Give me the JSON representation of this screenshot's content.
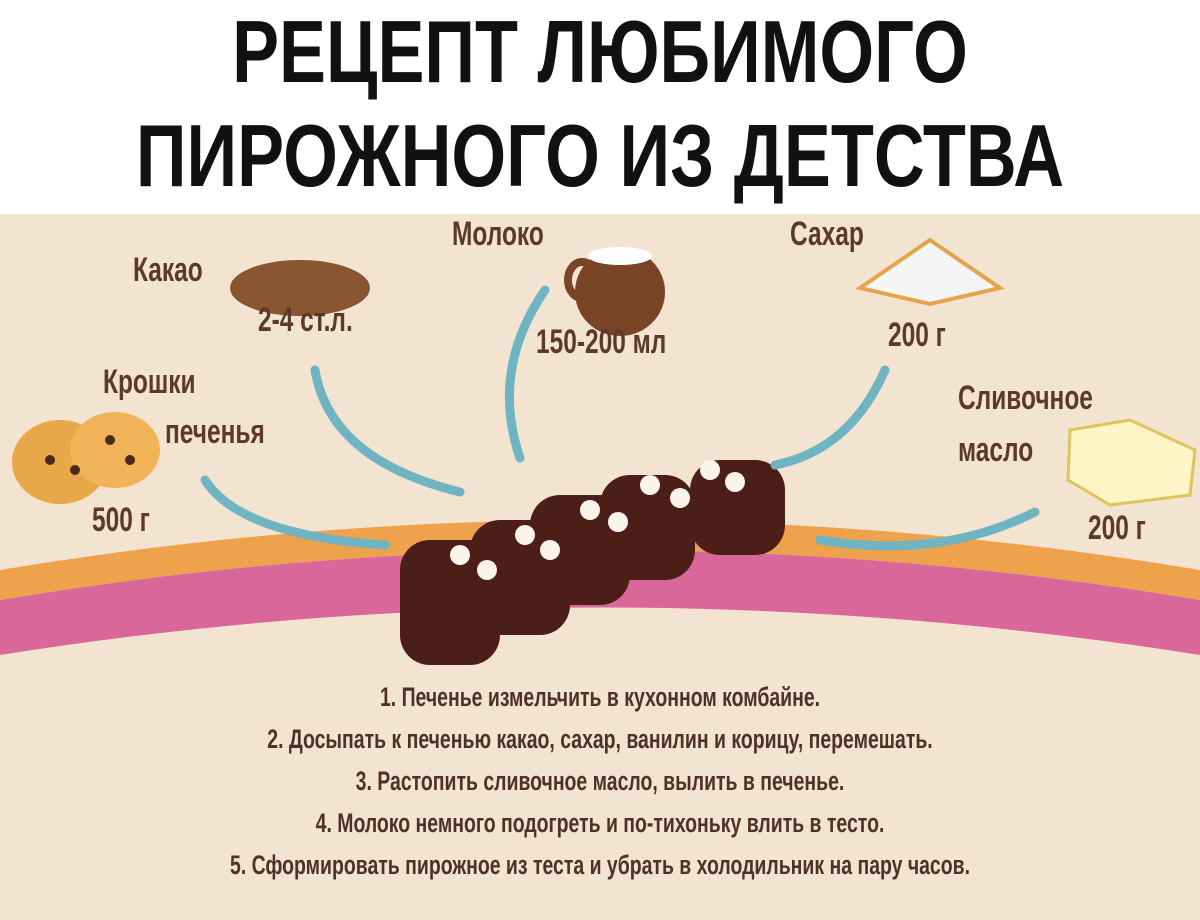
{
  "title": {
    "line1": "РЕЦЕПТ ЛЮБИМОГО",
    "line2": "ПИРОЖНОГО ИЗ ДЕТСТВА"
  },
  "ingredients": {
    "cocoa": {
      "name": "Какао",
      "amount": "2-4 ст.л."
    },
    "milk": {
      "name": "Молоко",
      "amount": "150-200 мл"
    },
    "sugar": {
      "name": "Сахар",
      "amount": "200 г"
    },
    "crumbs": {
      "name1": "Крошки",
      "name2": "печенья",
      "amount": "500 г"
    },
    "butter": {
      "name1": "Сливочное",
      "name2": "масло",
      "amount": "200 г"
    }
  },
  "steps": [
    "1. Печенье измельчить в кухонном комбайне.",
    "2. Досыпать к печенью какао, сахар, ванилин и корицу, перемешать.",
    "3. Растопить сливочное масло, вылить в печенье.",
    "4. Молоко немного подогреть и по-тихоньку влить в тесто.",
    "5. Сформировать пирожное из теста и убрать в холодильник на пару часов."
  ],
  "colors": {
    "arrow": "#6fb4c2",
    "orange": "#eea24b",
    "pink": "#d9679a",
    "text": "#5b3a2c"
  }
}
